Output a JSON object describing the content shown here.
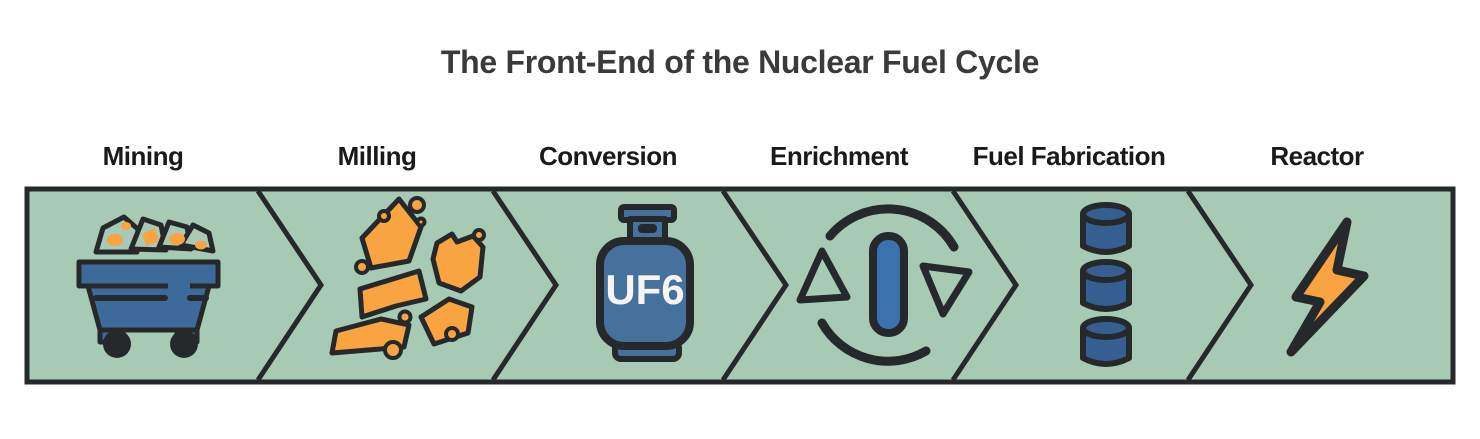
{
  "title": "The Front-End of the Nuclear Fuel Cycle",
  "band": {
    "description": "process-flow chevron band",
    "colors": {
      "band_green": "#a7cab4",
      "outline_black": "#26292b",
      "cart_blue": "#3e6a99",
      "tank_blue": "#46719c",
      "pellet_blue": "#345f90",
      "centrifuge_blue": "#3a72ad",
      "ore_orange": "#f9a440",
      "title_text": "#3a3a3a",
      "label_text": "#191a1a",
      "uf6_text": "#f7f5f1"
    }
  },
  "stages": [
    {
      "label": "Mining",
      "icon": "mine-cart-icon"
    },
    {
      "label": "Milling",
      "icon": "crushed-ore-icon"
    },
    {
      "label": "Conversion",
      "icon": "uf6-cylinder-icon",
      "icon_text": "UF6"
    },
    {
      "label": "Enrichment",
      "icon": "centrifuge-icon"
    },
    {
      "label": "Fuel Fabrication",
      "icon": "fuel-pellets-icon"
    },
    {
      "label": "Reactor",
      "icon": "lightning-bolt-icon"
    }
  ]
}
